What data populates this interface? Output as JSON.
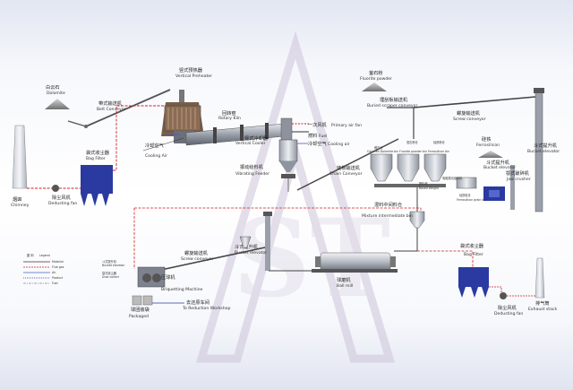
{
  "labels": {
    "dolomite_cn": "白云石",
    "dolomite_en": "Dolomite",
    "belt_conveyor_cn": "带式输送机",
    "belt_conveyor_en": "Belt Conveyor",
    "vertical_preheater_cn": "竖式预热器",
    "vertical_preheater_en": "Vertical Preheater",
    "rotary_kiln_cn": "回转窑",
    "rotary_kiln_en": "Rotary Kiln",
    "primary_air_fan_cn": "一次风机",
    "primary_air_fan_en": "Primary air fan",
    "fuel_cn": "燃料",
    "fuel_en": "Fuel",
    "vertical_cooler_cn": "竖式冷却器",
    "vertical_cooler_en": "Vertical Cooler",
    "cooling_air_top_cn": "冷却空气",
    "cooling_air_top_en": "Cooling air",
    "cooling_air_left_cn": "冷却空气",
    "cooling_air_left_en": "Cooling Air",
    "vibrating_feeder_cn": "振动给料机",
    "vibrating_feeder_en": "Vibrating Feeder",
    "bag_filter_left_cn": "袋式收尘器",
    "bag_filter_left_en": "Bag Filter",
    "chimney_cn": "烟囱",
    "chimney_en": "Chimney",
    "deduster_fan_left_cn": "除尘风机",
    "deduster_fan_left_en": "Dedusting fan",
    "fluorite_cn": "萤石粉",
    "fluorite_en": "Fluorite powder",
    "buried_scraper_cn": "埋刮板输送机",
    "buried_scraper_en": "Buried scraper conveyor",
    "screw_conveyor_top_cn": "螺旋输送机",
    "screw_conveyor_top_en": "Screw conveyor",
    "ferrosilicon_cn": "硅铁",
    "ferrosilicon_en": "Ferrosilicon",
    "bucket_elevator_right_cn": "斗式提升机",
    "bucket_elevator_right_en": "Bucket elevator",
    "bucket_elevator_mid_cn": "斗式提升机",
    "bucket_elevator_mid_en": "Bucket elevator",
    "jaw_crusher_cn": "颚式破碎机",
    "jaw_crusher_en": "Jaw crusher",
    "chain_conveyor_cn": "链板输送机",
    "chain_conveyor_en": "Chain Conveyor",
    "calcined_bin_cn": "煅白仓",
    "calcined_bin_en": "Calcined Dolomite bin",
    "fluorite_bin_cn": "萤石粉仓",
    "fluorite_bin_en": "Fluorite powder bin",
    "ferrosilicon_bin_cn": "硅铁粉仓",
    "ferrosilicon_bin_en": "Ferrosilicon bin",
    "based_weight_cn": "配料秤",
    "based_weight_en": "Based Weight",
    "feeder_cn": "电磁振动给料机",
    "ferrosilicon_grain_cn": "硅铁粒仓",
    "ferrosilicon_grain_en": "Ferrosilicon grain bin",
    "mixture_bin_cn": "混料中间料仓",
    "mixture_bin_en": "Mixture intermediate bin",
    "screw_conveyor_bottom_cn": "螺旋输送机",
    "screw_conveyor_bottom_en": "Screw conveyor",
    "bucket_elevator_left_cn": "斗式提升机",
    "bucket_elevator_left_en": "Bucket elevator",
    "ball_mill_cn": "球磨机",
    "ball_mill_en": "Ball mill",
    "briquetting_cn": "压球机",
    "briquetting_en": "Briquetting Machine",
    "to_reduction_cn": "去还原车间",
    "to_reduction_en": "To Reduction Workshop",
    "packaged_cn": "球团装袋",
    "packaged_en": "Packaged",
    "bag_filter_right_cn": "袋式收尘器",
    "bag_filter_right_en": "Bag Filter",
    "deduster_fan_right_cn": "除尘风机",
    "deduster_fan_right_en": "Dedusting fan",
    "exhaust_cn": "排气筒",
    "exhaust_en": "Exhaust stack",
    "legend_title_cn": "图 例",
    "legend_title_en": "Legend",
    "legend_material": "Material",
    "legend_flue_gas": "Flue gas",
    "legend_air": "Air",
    "legend_product": "Product",
    "legend_fuel": "Fuel",
    "bucket_elevator_small_cn": "斗式提升机",
    "bucket_elevator_small_en": "Bucket elevator",
    "dust_collect_cn": "袋式收尘器",
    "dust_collect_en": "Dust collect"
  },
  "colors": {
    "equipment_blue": "#2a3aa0",
    "line_red": "#d02020",
    "line_dark": "#333333",
    "line_blue": "#4060c0",
    "pipe_gray": "#9aa0ac",
    "watermark": "#c9bfd6"
  }
}
